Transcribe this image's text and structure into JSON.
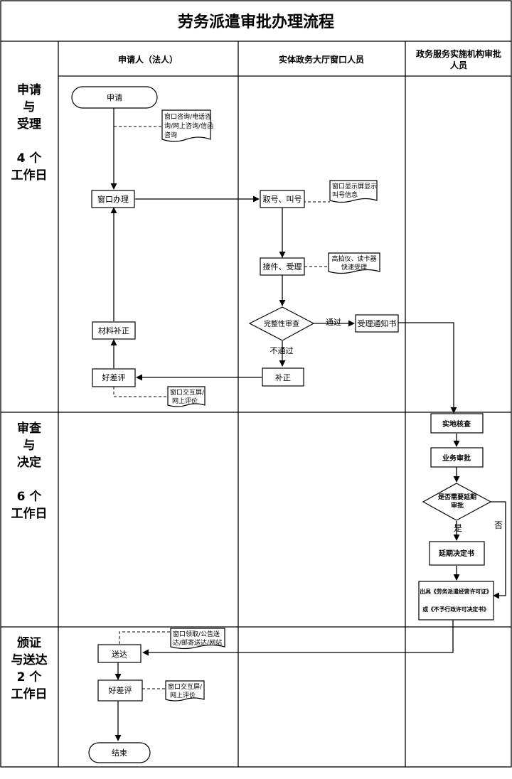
{
  "title": "劳务派遣审批办理流程",
  "lanes": {
    "applicant": "申请人（法人）",
    "window": "实体政务大厅窗口人员",
    "approver_line1": "政务服务实施机构审批",
    "approver_line2": "人员"
  },
  "phases": {
    "p1": [
      "申请",
      "与",
      "受理",
      "",
      "4 个",
      "工作日"
    ],
    "p2": [
      "审查",
      "与",
      "决定",
      "",
      "6 个",
      "工作日"
    ],
    "p3": [
      "颁证",
      "与送达",
      "2 个",
      "工作日"
    ]
  },
  "nodes": {
    "apply": "申请",
    "window_handle": "窗口办理",
    "material_fix": "材料补正",
    "good_bad": "好差评",
    "take_number": "取号、叫号",
    "receive": "接件、受理",
    "integrity_check": "完整性审查",
    "supplement": "补正",
    "accept_notice": "受理通知书",
    "site_check": "实地核查",
    "business_approve": "业务审批",
    "extend_q1": "是否需要延期",
    "extend_q2": "审批",
    "extend_decision": "延期决定书",
    "issue_line1": "出具《劳务派遣经营许可证》",
    "issue_line2": "或《不予行政许可决定书》",
    "deliver": "送达",
    "good_bad2": "好差评",
    "end": "结束"
  },
  "notes": {
    "consult": [
      "窗口咨询/电话咨",
      "询/网上咨询/信函",
      "咨询"
    ],
    "screen": [
      "窗口显示屏显示",
      "叫号信息"
    ],
    "scanner": [
      "高拍仪、读卡器",
      "快速受理"
    ],
    "eval1": [
      "窗口交互屏/",
      "网上评价"
    ],
    "collect": [
      "窗口领取/公告送",
      "达/邮寄送达/网站"
    ],
    "eval2": [
      "窗口交互屏/",
      "网上评价"
    ]
  },
  "labels": {
    "pass": "通过",
    "fail": "不通过",
    "yes": "是",
    "no": "否"
  }
}
